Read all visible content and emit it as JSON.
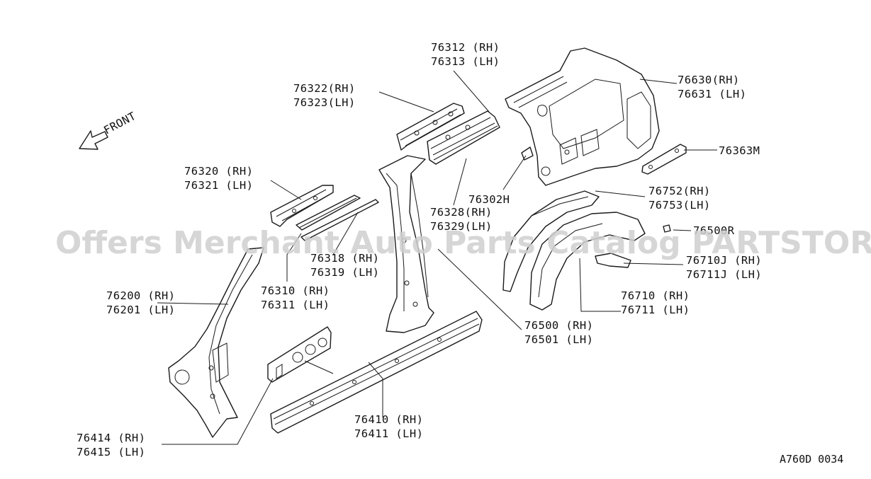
{
  "diagram": {
    "watermark": "Offers Merchant Auto Parts Catalog PARTSTORE.SA",
    "front_label": "FRONT",
    "drawing_code": "A760D 0034",
    "parts": [
      {
        "rh": "76312 (RH)",
        "lh": "76313 (LH)"
      },
      {
        "rh": "76322(RH)",
        "lh": "76323(LH)"
      },
      {
        "rh": "76630(RH)",
        "lh": "76631 (LH)"
      },
      {
        "rh": "76320 (RH)",
        "lh": "76321 (LH)"
      },
      {
        "rh": "76363M",
        "lh": ""
      },
      {
        "rh": "76302H",
        "lh": ""
      },
      {
        "rh": "76752(RH)",
        "lh": "76753(LH)"
      },
      {
        "rh": "76328(RH)",
        "lh": "76329(LH)"
      },
      {
        "rh": "76500R",
        "lh": ""
      },
      {
        "rh": "76318 (RH)",
        "lh": "76319 (LH)"
      },
      {
        "rh": "76710J (RH)",
        "lh": "76711J (LH)"
      },
      {
        "rh": "76310 (RH)",
        "lh": "76311 (LH)"
      },
      {
        "rh": "76710 (RH)",
        "lh": "76711 (LH)"
      },
      {
        "rh": "76200 (RH)",
        "lh": "76201 (LH)"
      },
      {
        "rh": "76500 (RH)",
        "lh": "76501 (LH)"
      },
      {
        "rh": "76410 (RH)",
        "lh": "76411 (LH)"
      },
      {
        "rh": "76414 (RH)",
        "lh": "76415 (LH)"
      }
    ]
  }
}
